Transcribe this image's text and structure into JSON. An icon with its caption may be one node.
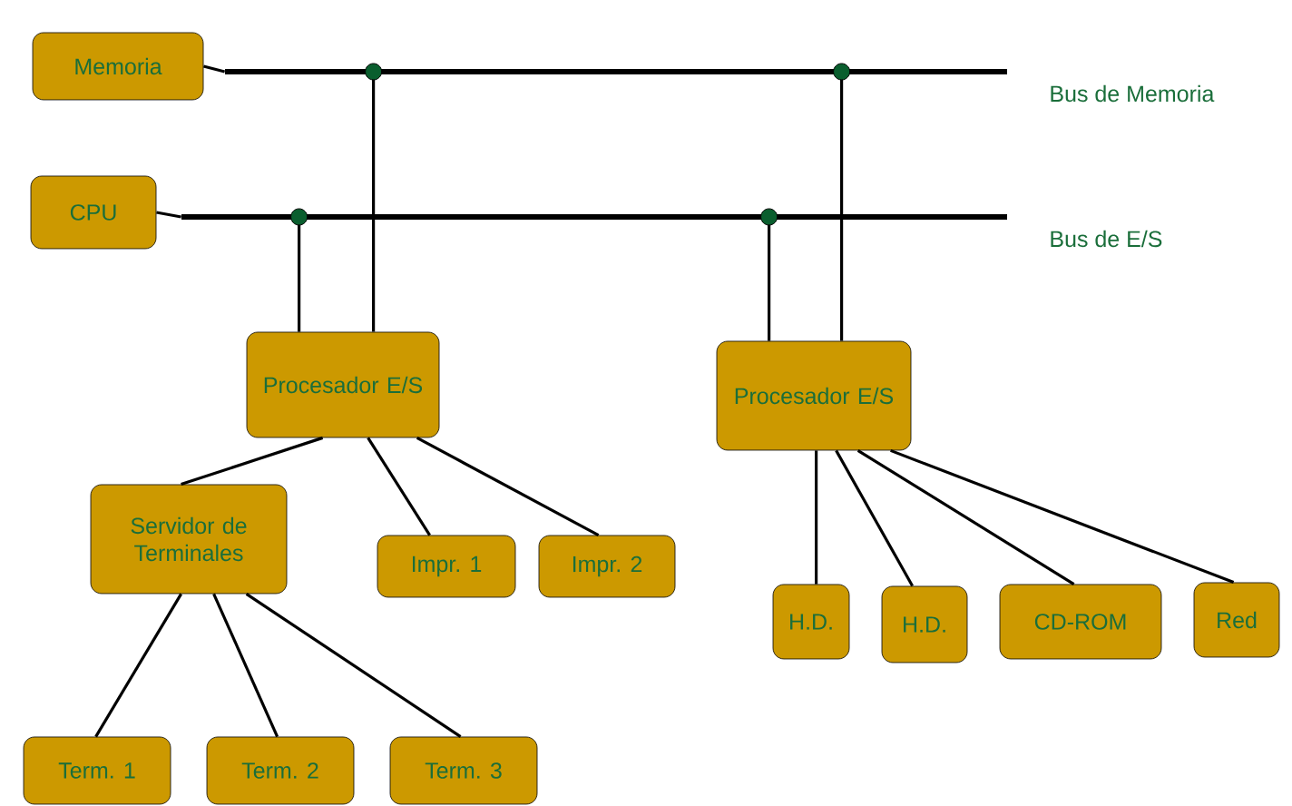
{
  "diagram": {
    "nodes": [
      {
        "text": [
          "Memoria"
        ]
      },
      {
        "text": [
          "CPU"
        ]
      },
      {
        "text": [],
        "shape": "bar",
        "beside": [
          "Bus de Memoria"
        ]
      },
      {
        "text": [],
        "shape": "bar",
        "beside": [
          "Bus de E/S"
        ]
      },
      {
        "text": [
          "Procesador E/S"
        ]
      },
      {
        "text": [
          "Procesador E/S"
        ]
      },
      {
        "text": [
          "Servidor de Terminales"
        ]
      },
      {
        "text": [
          "Impr. 1"
        ]
      },
      {
        "text": [
          "Impr. 2"
        ]
      },
      {
        "text": [
          "H.D."
        ]
      },
      {
        "text": [
          "H.D."
        ]
      },
      {
        "text": [
          "CD-ROM"
        ]
      },
      {
        "text": [
          "Red"
        ]
      },
      {
        "text": [
          "Term. 1"
        ]
      },
      {
        "text": [
          "Term. 2"
        ]
      },
      {
        "text": [
          "Term. 3"
        ]
      }
    ],
    "edges": [
      {
        "from": 0,
        "to": 2,
        "arrow": "none"
      },
      {
        "from": 1,
        "to": 3,
        "arrow": "none"
      },
      {
        "from": 4,
        "to": 3,
        "arrow": "other"
      },
      {
        "from": 4,
        "to": 2,
        "arrow": "other"
      },
      {
        "from": 5,
        "to": 3,
        "arrow": "other"
      },
      {
        "from": 5,
        "to": 2,
        "arrow": "other"
      },
      {
        "from": 4,
        "to": 6,
        "arrow": "none"
      },
      {
        "from": 4,
        "to": 7,
        "arrow": "none"
      },
      {
        "from": 4,
        "to": 8,
        "arrow": "none"
      },
      {
        "from": 5,
        "to": 9,
        "arrow": "none"
      },
      {
        "from": 5,
        "to": 10,
        "arrow": "none"
      },
      {
        "from": 5,
        "to": 11,
        "arrow": "none"
      },
      {
        "from": 5,
        "to": 12,
        "arrow": "none"
      },
      {
        "from": 6,
        "to": 13,
        "arrow": "none"
      },
      {
        "from": 6,
        "to": 14,
        "arrow": "none"
      },
      {
        "from": 6,
        "to": 15,
        "arrow": "none"
      }
    ]
  }
}
